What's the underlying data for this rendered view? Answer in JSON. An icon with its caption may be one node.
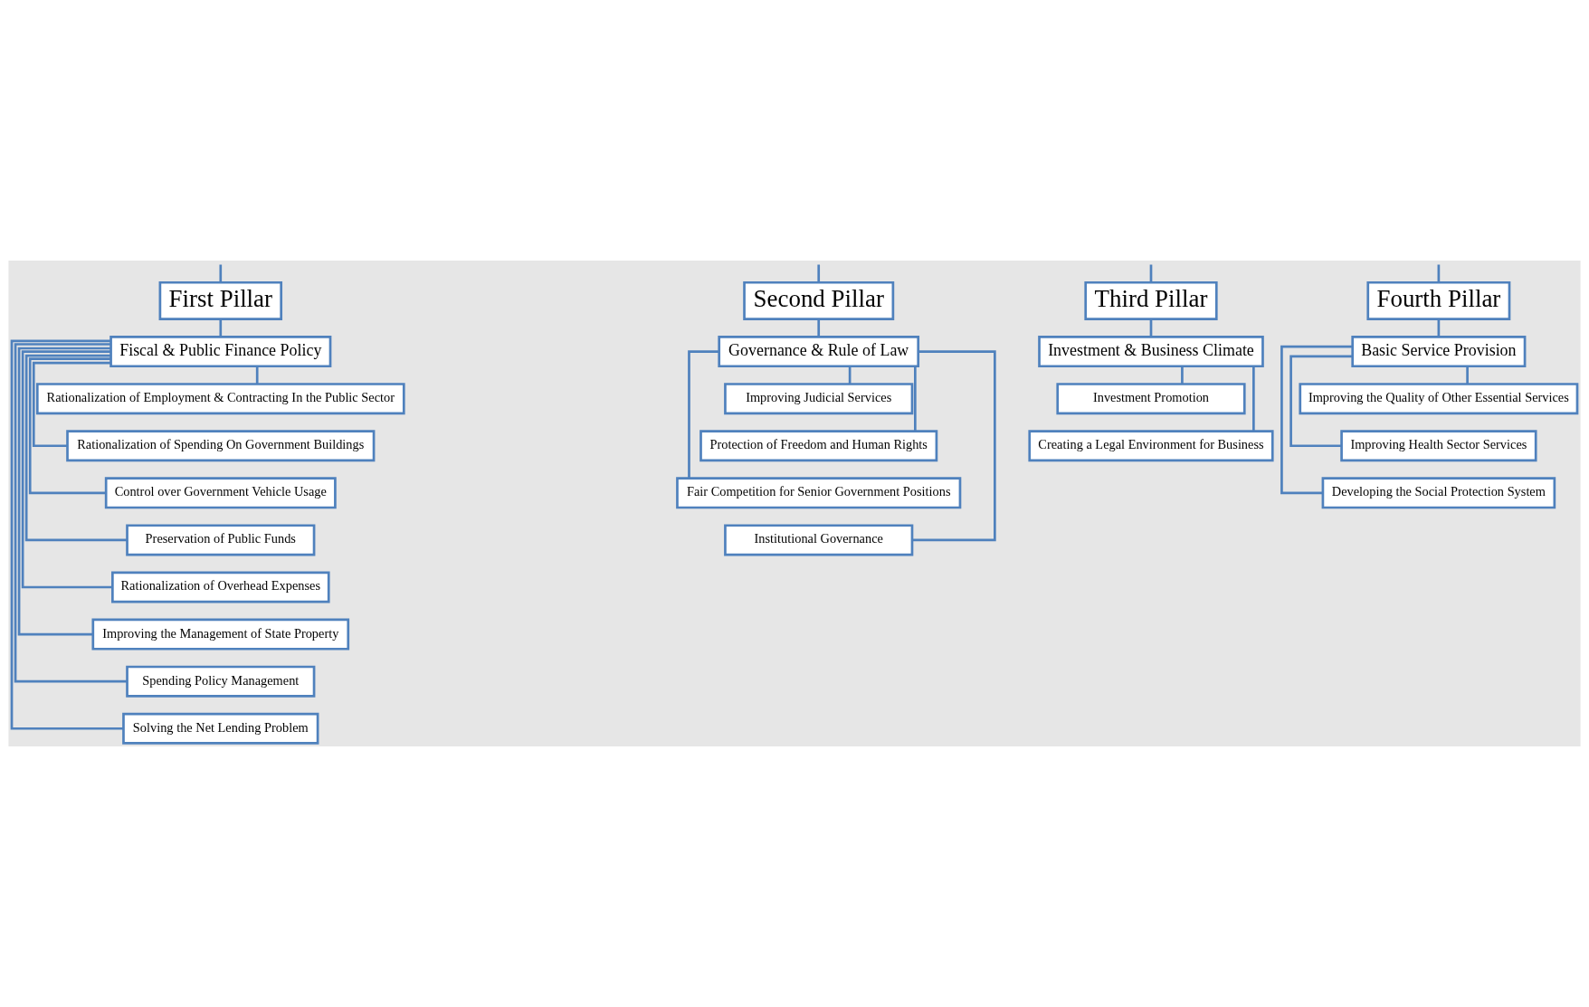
{
  "diagram": {
    "nodes": [
      {
        "text": [
          "First Pillar"
        ]
      },
      {
        "text": [
          "Second Pillar"
        ]
      },
      {
        "text": [
          "Third Pillar"
        ]
      },
      {
        "text": [
          "Fourth Pillar"
        ]
      },
      {
        "text": [
          "Fiscal & Public Finance Policy"
        ]
      },
      {
        "text": [
          "Governance & Rule of Law"
        ]
      },
      {
        "text": [
          "Investment & Business Climate"
        ]
      },
      {
        "text": [
          "Basic Service Provision"
        ]
      },
      {
        "text": [
          "Rationalization of Employment & Contracting In the Public Sector"
        ]
      },
      {
        "text": [
          "Rationalization of Spending On Government Buildings"
        ]
      },
      {
        "text": [
          "Control over Government Vehicle Usage"
        ]
      },
      {
        "text": [
          "Preservation of Public Funds"
        ]
      },
      {
        "text": [
          "Rationalization of Overhead Expenses"
        ]
      },
      {
        "text": [
          "Improving the Management of State Property"
        ]
      },
      {
        "text": [
          "Spending Policy Management"
        ]
      },
      {
        "text": [
          "Solving the Net Lending Problem"
        ]
      },
      {
        "text": [
          "Improving Judicial Services"
        ]
      },
      {
        "text": [
          "Protection of Freedom and Human Rights"
        ]
      },
      {
        "text": [
          "Fair Competition for Senior Government Positions"
        ]
      },
      {
        "text": [
          "Institutional Governance"
        ]
      },
      {
        "text": [
          "Investment Promotion"
        ]
      },
      {
        "text": [
          "Creating a Legal Environment for Business"
        ]
      },
      {
        "text": [
          "Improving the Quality of Other Essential Services"
        ]
      },
      {
        "text": [
          "Improving Health Sector Services"
        ]
      },
      {
        "text": [
          "Developing the Social Protection System"
        ]
      }
    ],
    "edges": [
      {
        "from": null,
        "to": 0,
        "arrow": "none"
      },
      {
        "from": null,
        "to": 1,
        "arrow": "none"
      },
      {
        "from": null,
        "to": 2,
        "arrow": "none"
      },
      {
        "from": null,
        "to": 3,
        "arrow": "none"
      },
      {
        "from": 0,
        "to": 4,
        "arrow": "none"
      },
      {
        "from": 1,
        "to": 5,
        "arrow": "none"
      },
      {
        "from": 2,
        "to": 6,
        "arrow": "none"
      },
      {
        "from": 3,
        "to": 7,
        "arrow": "none"
      },
      {
        "from": 4,
        "to": 8,
        "arrow": "none"
      },
      {
        "from": 4,
        "to": 9,
        "arrow": "none"
      },
      {
        "from": 4,
        "to": 10,
        "arrow": "none"
      },
      {
        "from": 4,
        "to": 11,
        "arrow": "none"
      },
      {
        "from": 4,
        "to": 12,
        "arrow": "none"
      },
      {
        "from": 4,
        "to": 13,
        "arrow": "none"
      },
      {
        "from": 4,
        "to": 14,
        "arrow": "none"
      },
      {
        "from": 4,
        "to": 15,
        "arrow": "none"
      },
      {
        "from": 5,
        "to": 16,
        "arrow": "none"
      },
      {
        "from": 5,
        "to": 17,
        "arrow": "none"
      },
      {
        "from": 5,
        "to": 18,
        "arrow": "none"
      },
      {
        "from": 5,
        "to": 19,
        "arrow": "none"
      },
      {
        "from": 6,
        "to": 20,
        "arrow": "none"
      },
      {
        "from": 6,
        "to": 21,
        "arrow": "none"
      },
      {
        "from": 7,
        "to": 22,
        "arrow": "none"
      },
      {
        "from": 7,
        "to": 23,
        "arrow": "none"
      },
      {
        "from": 7,
        "to": 24,
        "arrow": "none"
      }
    ]
  }
}
